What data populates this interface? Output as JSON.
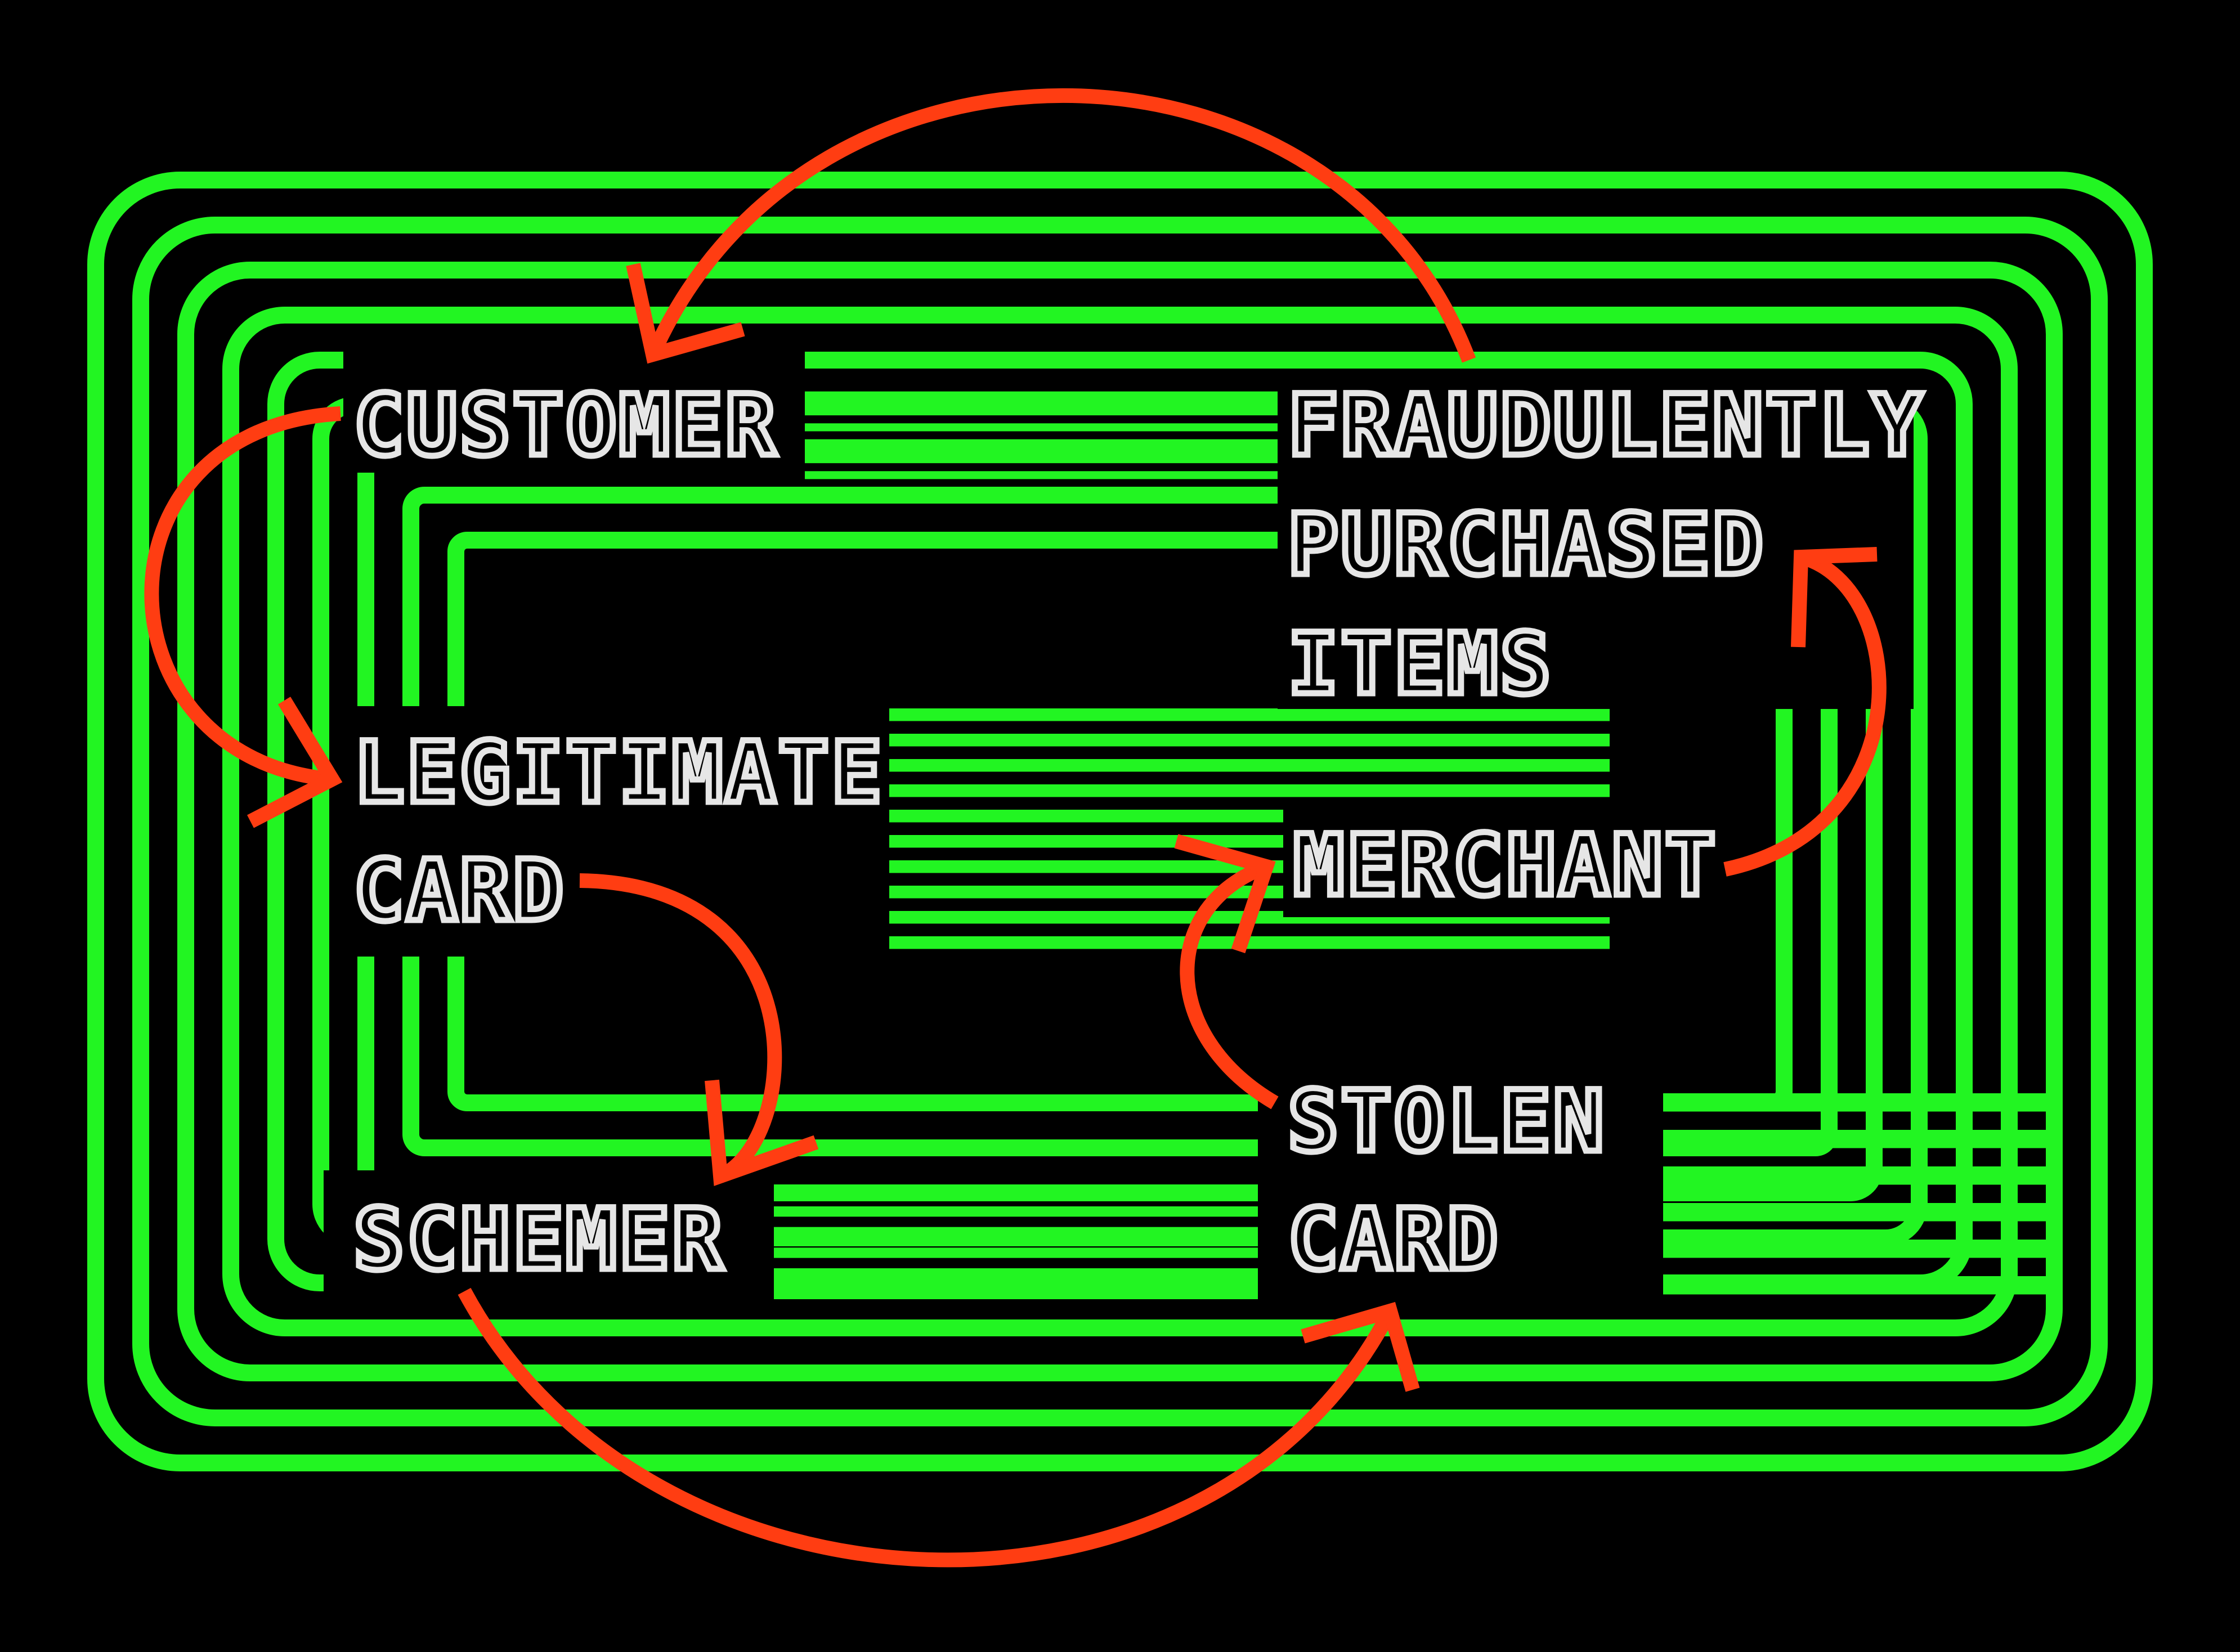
{
  "colors": {
    "background": "#000000",
    "stripes": "#22f522",
    "arrows": "#ff3d12",
    "label_outline": "#e6e6e6"
  },
  "nodes": {
    "customer": {
      "lines": [
        "CUSTOMER"
      ]
    },
    "fraudulently_purchased_items": {
      "lines": [
        "FRAUDULENTLY",
        "PURCHASED",
        "ITEMS"
      ]
    },
    "legitimate_card": {
      "lines": [
        "LEGITIMATE",
        "CARD"
      ]
    },
    "merchant": {
      "lines": [
        "MERCHANT"
      ]
    },
    "schemer": {
      "lines": [
        "SCHEMER"
      ]
    },
    "stolen_card": {
      "lines": [
        "STOLEN",
        "CARD"
      ]
    }
  },
  "flow": [
    {
      "from": "fraudulently_purchased_items",
      "to": "customer"
    },
    {
      "from": "customer",
      "to": "legitimate_card"
    },
    {
      "from": "legitimate_card",
      "to": "schemer"
    },
    {
      "from": "schemer",
      "to": "stolen_card"
    },
    {
      "from": "stolen_card",
      "to": "merchant"
    },
    {
      "from": "merchant",
      "to": "fraudulently_purchased_items"
    }
  ]
}
